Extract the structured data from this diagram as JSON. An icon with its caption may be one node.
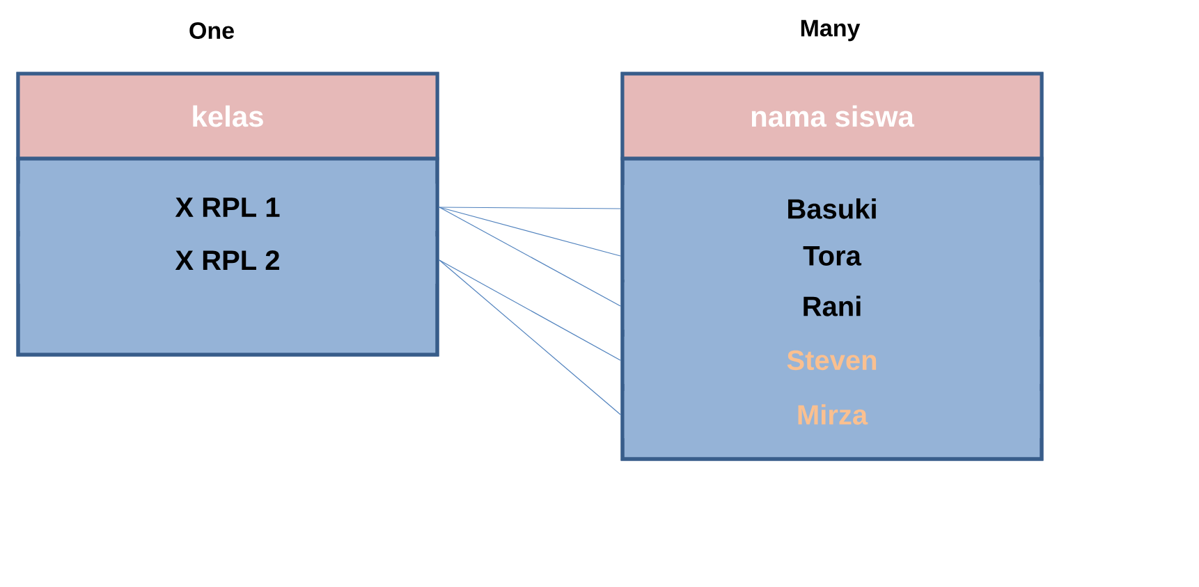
{
  "diagram": {
    "nodes": [
      {
        "text": [
          "kelas"
        ]
      },
      {
        "text": [
          "X RPL 1"
        ],
        "in": 0
      },
      {
        "text": [
          "X RPL 2"
        ],
        "in": 0
      },
      {
        "text": [
          "nama siswa"
        ]
      },
      {
        "text": [
          "Basuki"
        ],
        "in": 3
      },
      {
        "text": [
          "Tora"
        ],
        "in": 3
      },
      {
        "text": [
          "Rani"
        ],
        "in": 3
      },
      {
        "text": [
          "Steven"
        ],
        "in": 3
      },
      {
        "text": [
          "Mirza"
        ],
        "in": 3
      }
    ],
    "edges": [
      {
        "from": 1,
        "to": 4,
        "arrow": "none"
      },
      {
        "from": 1,
        "to": 5,
        "arrow": "none"
      },
      {
        "from": 1,
        "to": 6,
        "arrow": "none"
      },
      {
        "from": 2,
        "to": 7,
        "arrow": "none"
      },
      {
        "from": 2,
        "to": 8,
        "arrow": "none"
      }
    ],
    "labels": [
      "One",
      "Many"
    ]
  }
}
